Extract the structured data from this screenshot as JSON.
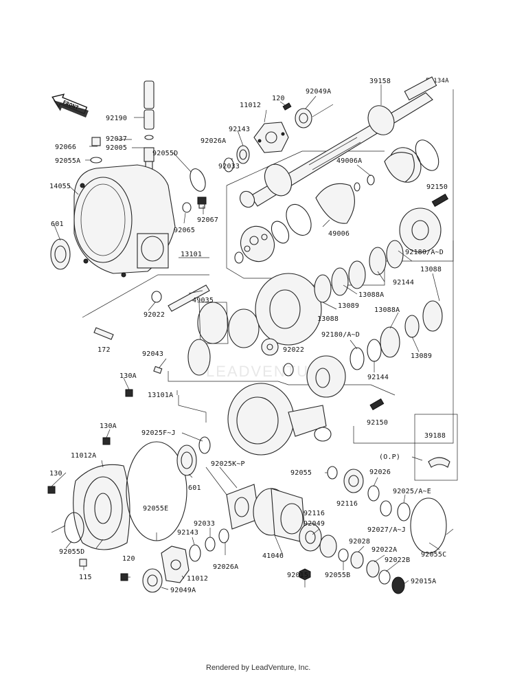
{
  "diagram": {
    "ref_code": "E3134A",
    "front_label": "FRONT",
    "footer": "Rendered by LeadVenture, Inc.",
    "watermark": "LEADVENTURE",
    "labels": [
      {
        "id": "l-92049A-top",
        "text": "92049A"
      },
      {
        "id": "l-39158",
        "text": "39158"
      },
      {
        "id": "l-120-top",
        "text": "120"
      },
      {
        "id": "l-11012-top",
        "text": "11012"
      },
      {
        "id": "l-92190",
        "text": "92190"
      },
      {
        "id": "l-92143-top",
        "text": "92143"
      },
      {
        "id": "l-92037",
        "text": "92037"
      },
      {
        "id": "l-92026A-top",
        "text": "92026A"
      },
      {
        "id": "l-92066",
        "text": "92066"
      },
      {
        "id": "l-92005",
        "text": "92005"
      },
      {
        "id": "l-92055A",
        "text": "92055A"
      },
      {
        "id": "l-92055D-top",
        "text": "92055D"
      },
      {
        "id": "l-92033-top",
        "text": "92033"
      },
      {
        "id": "l-49006A",
        "text": "49006A"
      },
      {
        "id": "l-14055",
        "text": "14055"
      },
      {
        "id": "l-92150-top",
        "text": "92150"
      },
      {
        "id": "l-92067",
        "text": "92067"
      },
      {
        "id": "l-601-left",
        "text": "601"
      },
      {
        "id": "l-92065",
        "text": "92065"
      },
      {
        "id": "l-49006",
        "text": "49006"
      },
      {
        "id": "l-92180-top",
        "text": "92180/A~D"
      },
      {
        "id": "l-13101",
        "text": "13101"
      },
      {
        "id": "l-92144-top",
        "text": "92144"
      },
      {
        "id": "l-13088-right",
        "text": "13088"
      },
      {
        "id": "l-49035",
        "text": "49035"
      },
      {
        "id": "l-13088A-top",
        "text": "13088A"
      },
      {
        "id": "l-13089-top",
        "text": "13089"
      },
      {
        "id": "l-92022-left",
        "text": "92022"
      },
      {
        "id": "l-13088-mid",
        "text": "13088"
      },
      {
        "id": "l-13088A-right",
        "text": "13088A"
      },
      {
        "id": "l-172",
        "text": "172"
      },
      {
        "id": "l-92180-mid",
        "text": "92180/A~D"
      },
      {
        "id": "l-13089-right",
        "text": "13089"
      },
      {
        "id": "l-92043",
        "text": "92043"
      },
      {
        "id": "l-92022-mid",
        "text": "92022"
      },
      {
        "id": "l-92144-mid",
        "text": "92144"
      },
      {
        "id": "l-130A-top",
        "text": "130A"
      },
      {
        "id": "l-13101A",
        "text": "13101A"
      },
      {
        "id": "l-92150-mid",
        "text": "92150"
      },
      {
        "id": "l-130A-left",
        "text": "130A"
      },
      {
        "id": "l-92025FJ",
        "text": "92025F~J"
      },
      {
        "id": "l-39188",
        "text": "39188"
      },
      {
        "id": "l-11012A",
        "text": "11012A"
      },
      {
        "id": "l-op",
        "text": "(O.P)"
      },
      {
        "id": "l-92025KP",
        "text": "92025K~P"
      },
      {
        "id": "l-130",
        "text": "130"
      },
      {
        "id": "l-92055-mid",
        "text": "92055"
      },
      {
        "id": "l-92026-bot",
        "text": "92026"
      },
      {
        "id": "l-601-bot",
        "text": "601"
      },
      {
        "id": "l-92116-a",
        "text": "92116"
      },
      {
        "id": "l-92025AE",
        "text": "92025/A~E"
      },
      {
        "id": "l-92116-b",
        "text": "92116"
      },
      {
        "id": "l-92055E",
        "text": "92055E"
      },
      {
        "id": "l-92033-bot",
        "text": "92033"
      },
      {
        "id": "l-92027",
        "text": "92027/A~J"
      },
      {
        "id": "l-92049-mid",
        "text": "92049"
      },
      {
        "id": "l-92143-bot",
        "text": "92143"
      },
      {
        "id": "l-92028",
        "text": "92028"
      },
      {
        "id": "l-41046",
        "text": "41046"
      },
      {
        "id": "l-92022A",
        "text": "92022A"
      },
      {
        "id": "l-92055D-bot",
        "text": "92055D"
      },
      {
        "id": "l-92055C",
        "text": "92055C"
      },
      {
        "id": "l-92026A-bot",
        "text": "92026A"
      },
      {
        "id": "l-92022B",
        "text": "92022B"
      },
      {
        "id": "l-115",
        "text": "115"
      },
      {
        "id": "l-120-bot",
        "text": "120"
      },
      {
        "id": "l-92015",
        "text": "92015"
      },
      {
        "id": "l-92055B",
        "text": "92055B"
      },
      {
        "id": "l-11012-bot",
        "text": "11012"
      },
      {
        "id": "l-92015A",
        "text": "92015A"
      },
      {
        "id": "l-92049A-bot",
        "text": "92049A"
      }
    ]
  }
}
